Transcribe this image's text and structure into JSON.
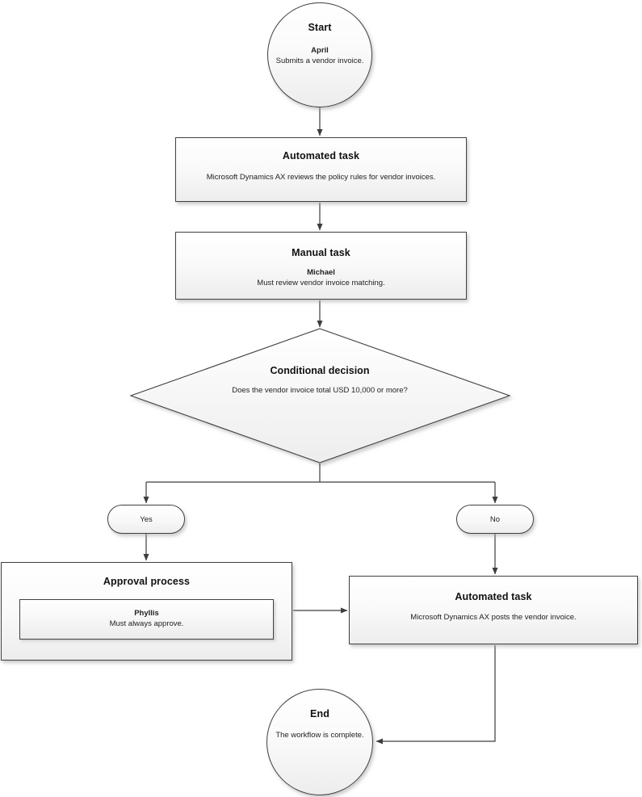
{
  "diagram": {
    "start": {
      "title": "Start",
      "person": "April",
      "desc": "Submits a vendor invoice."
    },
    "automated_task_1": {
      "title": "Automated task",
      "desc": "Microsoft Dynamics AX reviews the policy rules for vendor invoices."
    },
    "manual_task": {
      "title": "Manual task",
      "person": "Michael",
      "desc": "Must review vendor invoice matching."
    },
    "decision": {
      "title": "Conditional decision",
      "desc": "Does the vendor invoice total USD 10,000 or more?"
    },
    "branch_yes": {
      "label": "Yes"
    },
    "branch_no": {
      "label": "No"
    },
    "approval_process": {
      "title": "Approval process",
      "person": "Phyllis",
      "desc": "Must always approve."
    },
    "automated_task_2": {
      "title": "Automated task",
      "desc": "Microsoft Dynamics AX posts the vendor invoice."
    },
    "end": {
      "title": "End",
      "desc": "The workflow is complete."
    }
  },
  "colors": {
    "shape_border": "#404040",
    "shape_fill_top": "#ffffff",
    "shape_fill_bottom": "#ededed",
    "connector": "#404040",
    "text": "#1a1a1a",
    "background": "#ffffff"
  }
}
